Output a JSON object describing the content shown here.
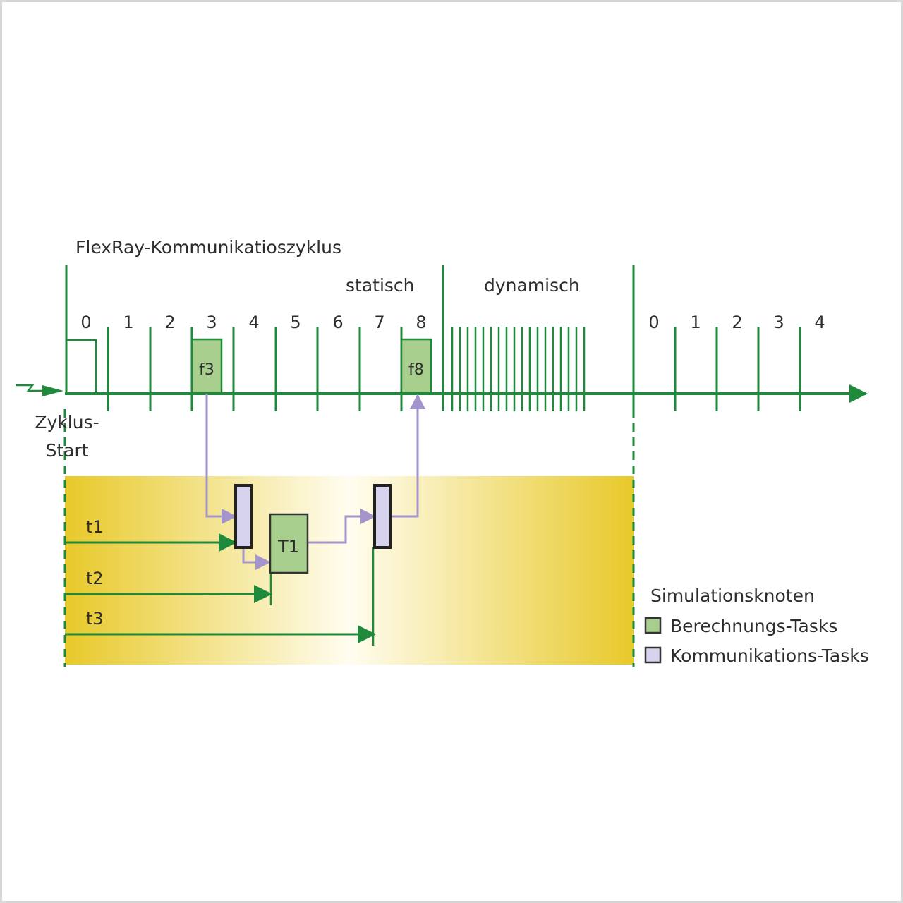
{
  "title": "FlexRay-Kommunikatioszyklus",
  "segments": {
    "static": "statisch",
    "dynamic": "dynamisch"
  },
  "slots_cycle1": [
    "0",
    "1",
    "2",
    "3",
    "4",
    "5",
    "6",
    "7",
    "8"
  ],
  "slots_cycle2": [
    "0",
    "1",
    "2",
    "3",
    "4"
  ],
  "frames": {
    "f3": "f3",
    "f8": "f8"
  },
  "cycle_start": {
    "line1": "Zyklus-",
    "line2": "Start"
  },
  "timers": {
    "t1": "t1",
    "t2": "t2",
    "t3": "t3"
  },
  "tasks": {
    "T1": "T1"
  },
  "legend": {
    "title": "Simulationsknoten",
    "compute": "Berechnungs-Tasks",
    "comm": "Kommunikations-Tasks"
  },
  "colors": {
    "timeline": "#1f8a3c",
    "compute_task": "#a9cf8f",
    "comm_task": "#d7d3ee",
    "signal": "#a395cc",
    "node_bg_edge": "#e8c92a",
    "node_bg_center": "#fffdf0"
  }
}
